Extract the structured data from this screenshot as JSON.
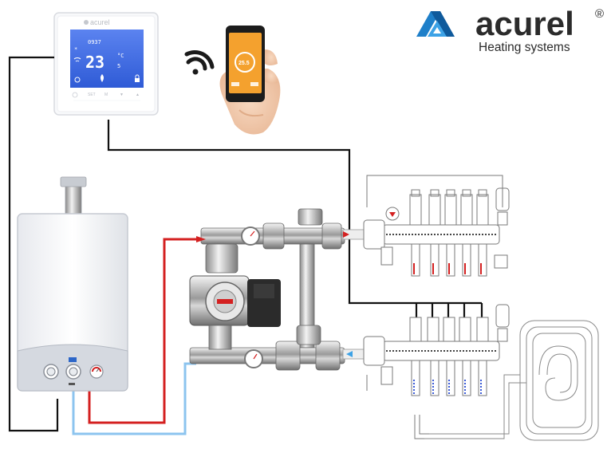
{
  "brand": {
    "name": "acurel",
    "registered_mark": "®",
    "tagline": "Heating systems",
    "mark_color": "#1e7fc9"
  },
  "thermostat": {
    "brand_label": "acurel",
    "display_clock": "0937",
    "display_temperature": "23",
    "display_unit": "°C",
    "display_decimal": "5",
    "display_color": "#3b6fe4",
    "buttons": [
      "",
      "SET",
      "M",
      "▼",
      "▲"
    ]
  },
  "smartphone": {
    "screen_temperature": "25.5",
    "screen_color": "#f4a12e"
  },
  "wiring": {
    "control_wire_color": "#111111",
    "supply_pipe_color": "#d42020",
    "return_pipe_color": "#8cc4ef"
  },
  "icons": [
    "wifi-icon",
    "flame-icon",
    "fan-icon",
    "lock-icon",
    "snowflake-icon"
  ]
}
